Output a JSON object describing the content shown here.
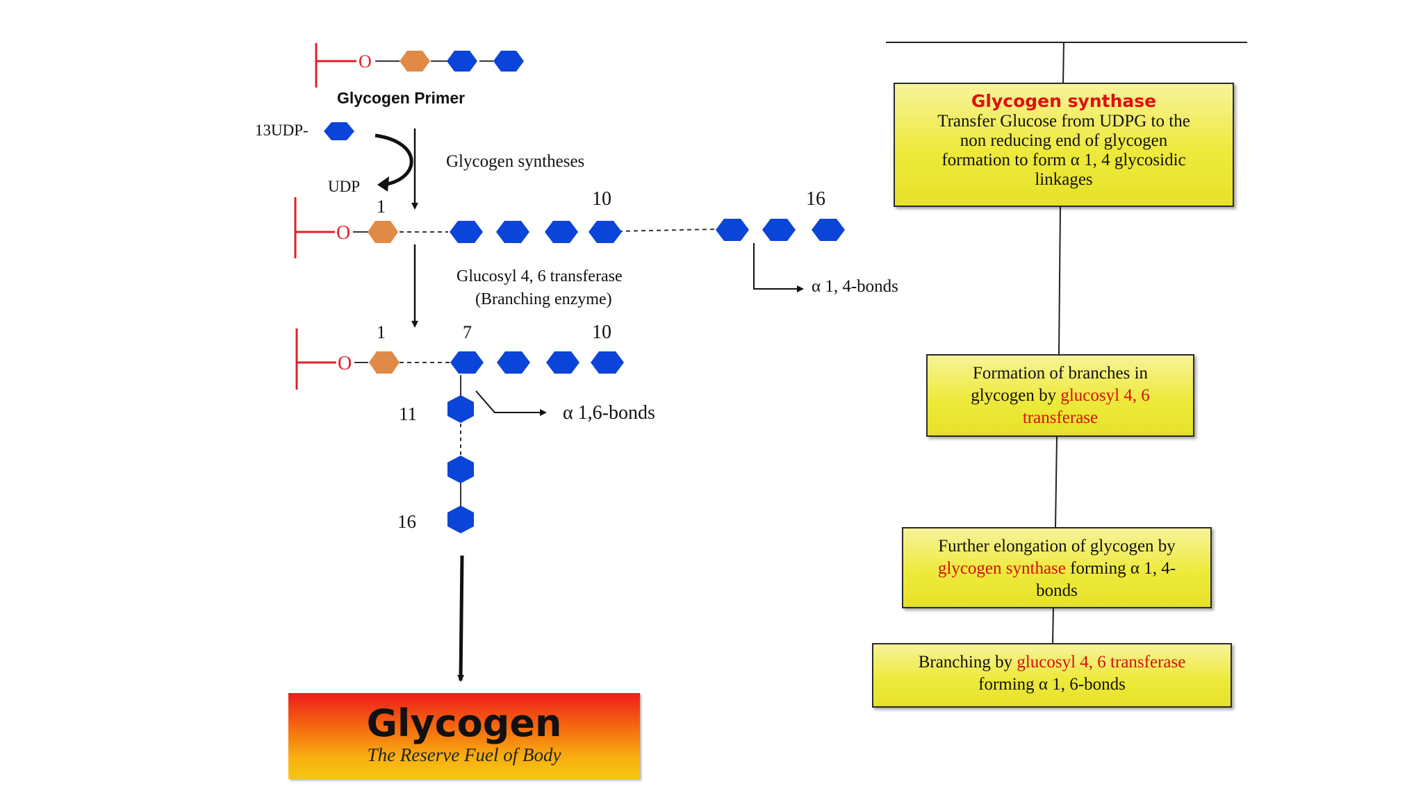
{
  "left": {
    "primer_label": "Glycogen Primer",
    "udp_donor": "13UDP-",
    "udp_release": "UDP",
    "oxygen": "O",
    "enzyme1": "Glycogen syntheses",
    "enzyme2_line1": "Glucosyl 4, 6 transferase",
    "enzyme2_line2": "(Branching enzyme)",
    "bond_14": "α 1, 4-bonds",
    "bond_16": "α 1,6-bonds",
    "num": {
      "c1": "1",
      "c10": "10",
      "c16": "16",
      "b1": "1",
      "b7": "7",
      "b10": "10",
      "br11": "11",
      "br16": "16"
    }
  },
  "banner": {
    "title": "Glycogen",
    "subtitle": "The Reserve Fuel of Body"
  },
  "right": {
    "box1_title": "Glycogen synthase",
    "box1_lines": [
      "Transfer Glucose from UDPG to the",
      "non reducing end of glycogen",
      "formation to form α 1, 4 glycosidic",
      "linkages"
    ],
    "box2": {
      "line1": "Formation of branches in",
      "line2_a": "glycogen by ",
      "line2_red": "glucosyl 4, 6",
      "line3_red": "transferase"
    },
    "box3": {
      "line1": "Further elongation of glycogen by",
      "line2_red": "glycogen synthase",
      "line2_b": " forming α 1, 4-",
      "line3": "bonds"
    },
    "box4": {
      "line1_a": "Branching by ",
      "line1_red": "glucosyl 4, 6 transferase",
      "line2": "forming α 1, 6-bonds"
    }
  },
  "colors": {
    "glucose": "#0b44d8",
    "primer_unit": "#e08a48",
    "anchor": "#e0202a",
    "box_fill": "#eeea3c",
    "emphasis_red": "#d40f0f"
  }
}
